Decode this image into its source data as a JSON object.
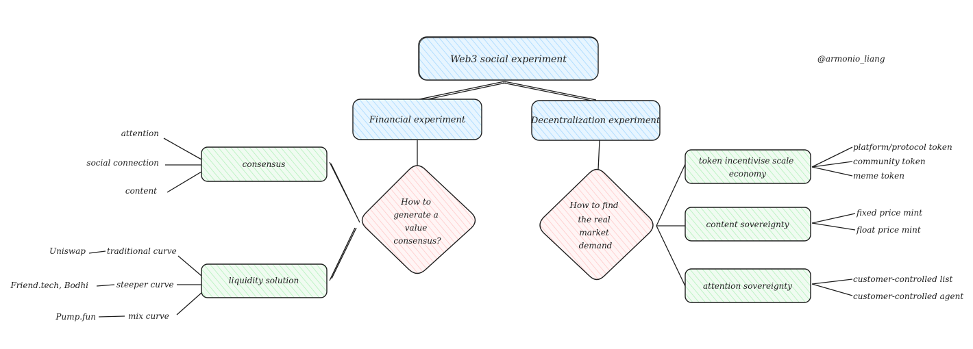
{
  "author_handle": "@armonio_liang",
  "colors": {
    "blue_fill": "#a5d8ff",
    "green_fill": "#b2f2bb",
    "pink_fill": "#ffc9c9",
    "stroke": "#1e1e1e"
  },
  "nodes": {
    "root": "Web3 social experiment",
    "financial": "Financial experiment",
    "decentralization": "Decentralization experiment",
    "consensus": "consensus",
    "liquidity": "liquidity solution",
    "value_q": "How to generate a value consensus?",
    "market_q": "How to find the real market demand",
    "token": "token incentivise scale economy",
    "content_sov": "content sovereignty",
    "attention_sov": "attention sovereignty"
  },
  "leaves": {
    "attention": "attention",
    "social_connection": "social connection",
    "content": "content",
    "traditional_curve": "traditional curve",
    "uniswap": "Uniswap",
    "steeper_curve": "steeper curve",
    "friendtech": "Friend.tech, Bodhi",
    "mix_curve": "mix curve",
    "pumpfun": "Pump.fun",
    "platform_token": "platform/protocol token",
    "community_token": "community token",
    "meme_token": "meme token",
    "fixed_price": "fixed price mint",
    "float_price": "float price mint",
    "cc_list": "customer-controlled list",
    "cc_agent": "customer-controlled agent"
  }
}
